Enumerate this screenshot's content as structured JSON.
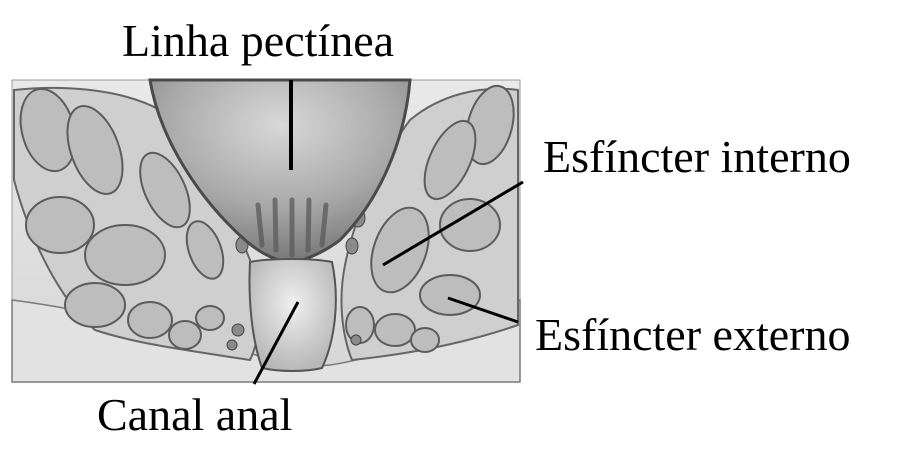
{
  "labels": {
    "linha_pectinea": "Linha pectínea",
    "esfincter_interno": "Esfíncter interno",
    "esfincter_externo": "Esfíncter externo",
    "canal_anal": "Canal anal"
  },
  "colors": {
    "background": "#ffffff",
    "tissue_light": "#e6e6e6",
    "tissue_mid": "#c4c4c4",
    "tissue_dark": "#8a8a8a",
    "outline": "#555555",
    "leader_line": "#000000"
  }
}
